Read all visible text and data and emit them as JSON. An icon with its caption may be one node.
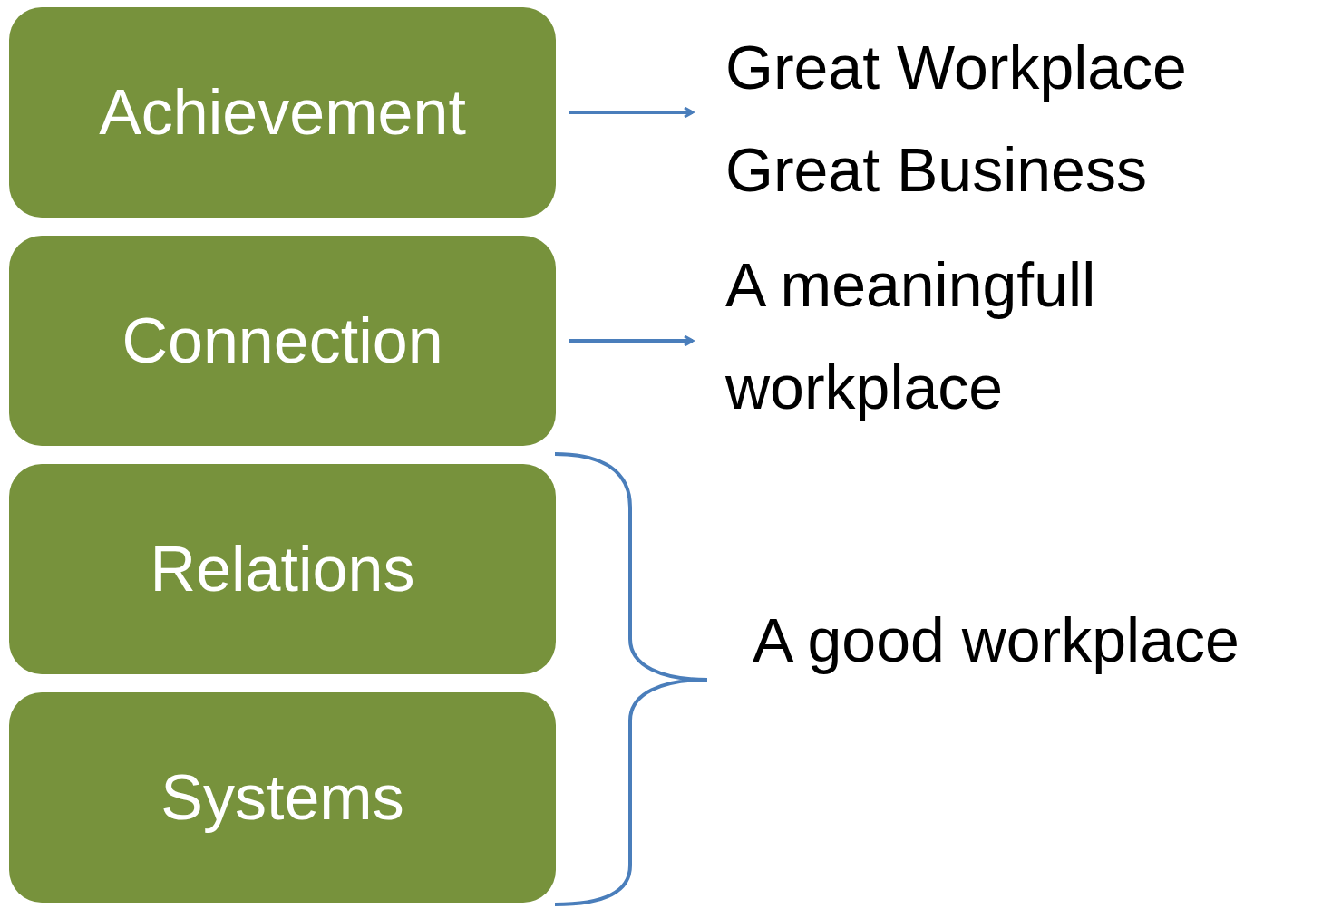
{
  "diagram": {
    "nodes": [
      {
        "text": [
          "Achievement"
        ]
      },
      {
        "text": [
          "Connection"
        ]
      },
      {
        "text": [
          "Relations"
        ]
      },
      {
        "text": [
          "Systems"
        ]
      },
      {
        "text": [
          "Great Workplace",
          "Great Business"
        ]
      },
      {
        "text": [
          "A meaningfull workplace"
        ]
      }
    ],
    "edges": [
      {
        "from": 0,
        "to": 4,
        "arrow": "to"
      },
      {
        "from": 1,
        "to": 5,
        "arrow": "to"
      }
    ],
    "labels": [
      "A good workplace"
    ]
  }
}
